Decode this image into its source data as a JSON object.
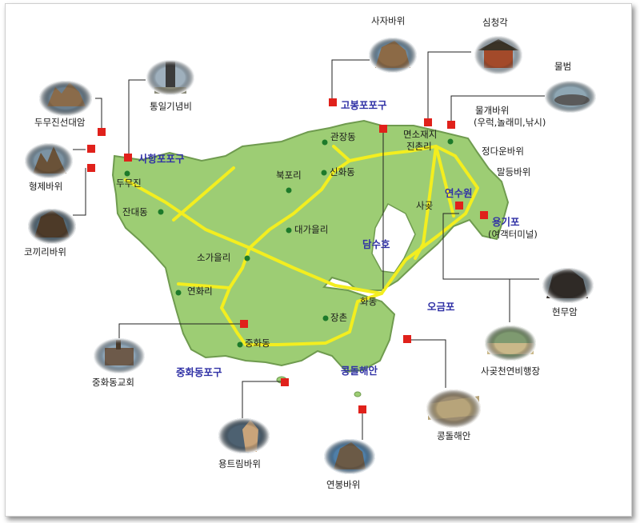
{
  "colors": {
    "land": "#9dcd74",
    "coast": "#6f9b4f",
    "road": "#f3ee1f",
    "marker": "#e0211b",
    "village_dot": "#1d7a2a",
    "port_text": "#3132a6",
    "leader": "#222222"
  },
  "ports": {
    "sahang": "사항포포구",
    "gobong": "고봉포포구",
    "junghwa": "중화동포구",
    "kongdol": "콩돌해안",
    "yonggi": "용기포",
    "yonggi_sub": "(여객터미널)",
    "damsu": "담수호",
    "ogeum": "오금포",
    "yeonsu": "연수원"
  },
  "villages": {
    "dumujin": "두무진",
    "jandae": "잔대동",
    "bukpo": "북포리",
    "sinhwa": "신화동",
    "gwanjang": "관장동",
    "daega": "대가을리",
    "soga": "소가을리",
    "yeonhwa": "연화리",
    "junghwa": "중화동",
    "jangchon": "장촌",
    "hwadong": "화동",
    "jinchon": "진촌리",
    "myeonso": "면소재지",
    "sagot": "사곶"
  },
  "attractions": {
    "dumu_cliff": "두무진선대암",
    "hyeongje": "형제바위",
    "kokkiri": "코끼리바위",
    "tongil": "통일기념비",
    "saja": "사자바위",
    "simcheong": "심청각",
    "mulbeom": "물범",
    "mulgae": "물개바위",
    "mulgae_sub": "(우럭,놀래미,낚시)",
    "jeongdaun": "정다운바위",
    "maldeung": "말등바위",
    "hyeonmu": "현무암",
    "sagot_airfield": "사곶천연비행장",
    "kongdol_beach": "콩돌해안",
    "yeonbong": "연봉바위",
    "yongteulim": "용트림바위",
    "church": "중화동교회"
  },
  "icons": [
    "red-square-marker-icon",
    "village-dot-icon",
    "photo-thumbnail"
  ]
}
